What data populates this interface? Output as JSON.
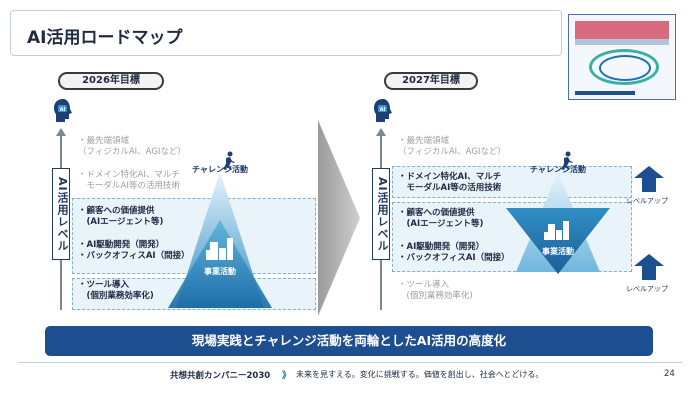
{
  "title": "AI活用ロードマップ",
  "columns": [
    {
      "year": "2026年目標",
      "axis_label": "AI活用レベル",
      "levels": [
        [
          "・最先端領域",
          "（フィジカルAI、AGIなど）"
        ],
        [
          "・ドメイン特化AI、マルチ",
          "　モーダルAI等の活用技術"
        ],
        [
          "・顧客への価値提供",
          "　(AIエージェント等)"
        ],
        [
          "・AI駆動開発（開発）",
          "・バックオフィスAI（間接）"
        ],
        [
          "・ツール導入",
          "　(個別業務効率化)"
        ]
      ],
      "challenge_label": "チャレンジ活動",
      "business_label": "事業活動"
    },
    {
      "year": "2027年目標",
      "axis_label": "AI活用レベル",
      "levels": [
        [
          "・最先端領域",
          "（フィジカルAI、AGIなど）"
        ],
        [
          "・ドメイン特化AI、マルチ",
          "　モーダルAI等の活用技術"
        ],
        [
          "・顧客への価値提供",
          "　(AIエージェント等)"
        ],
        [
          "・AI駆動開発（開発）",
          "・バックオフィスAI（間接）"
        ],
        [
          "・ツール導入",
          "　(個別業務効率化)"
        ]
      ],
      "challenge_label": "チャレンジ活動",
      "business_label": "事業活動",
      "level_up_label": "レベルアップ"
    }
  ],
  "ai_badge": "AI",
  "banner": "現場実践とチャレンジ活動を両輪としたAI活用の高度化",
  "footer": {
    "brand": "共想共創カンパニー2030",
    "chevron": "》",
    "slogan": "未来を見すえる。変化に挑戦する。価値を創出し、社会へとどける。",
    "page": "24"
  },
  "colors": {
    "primary": "#1d4e8f",
    "accent": "#1d6fb8",
    "band": "#d7eaf6",
    "muted": "#9aa0aa"
  }
}
